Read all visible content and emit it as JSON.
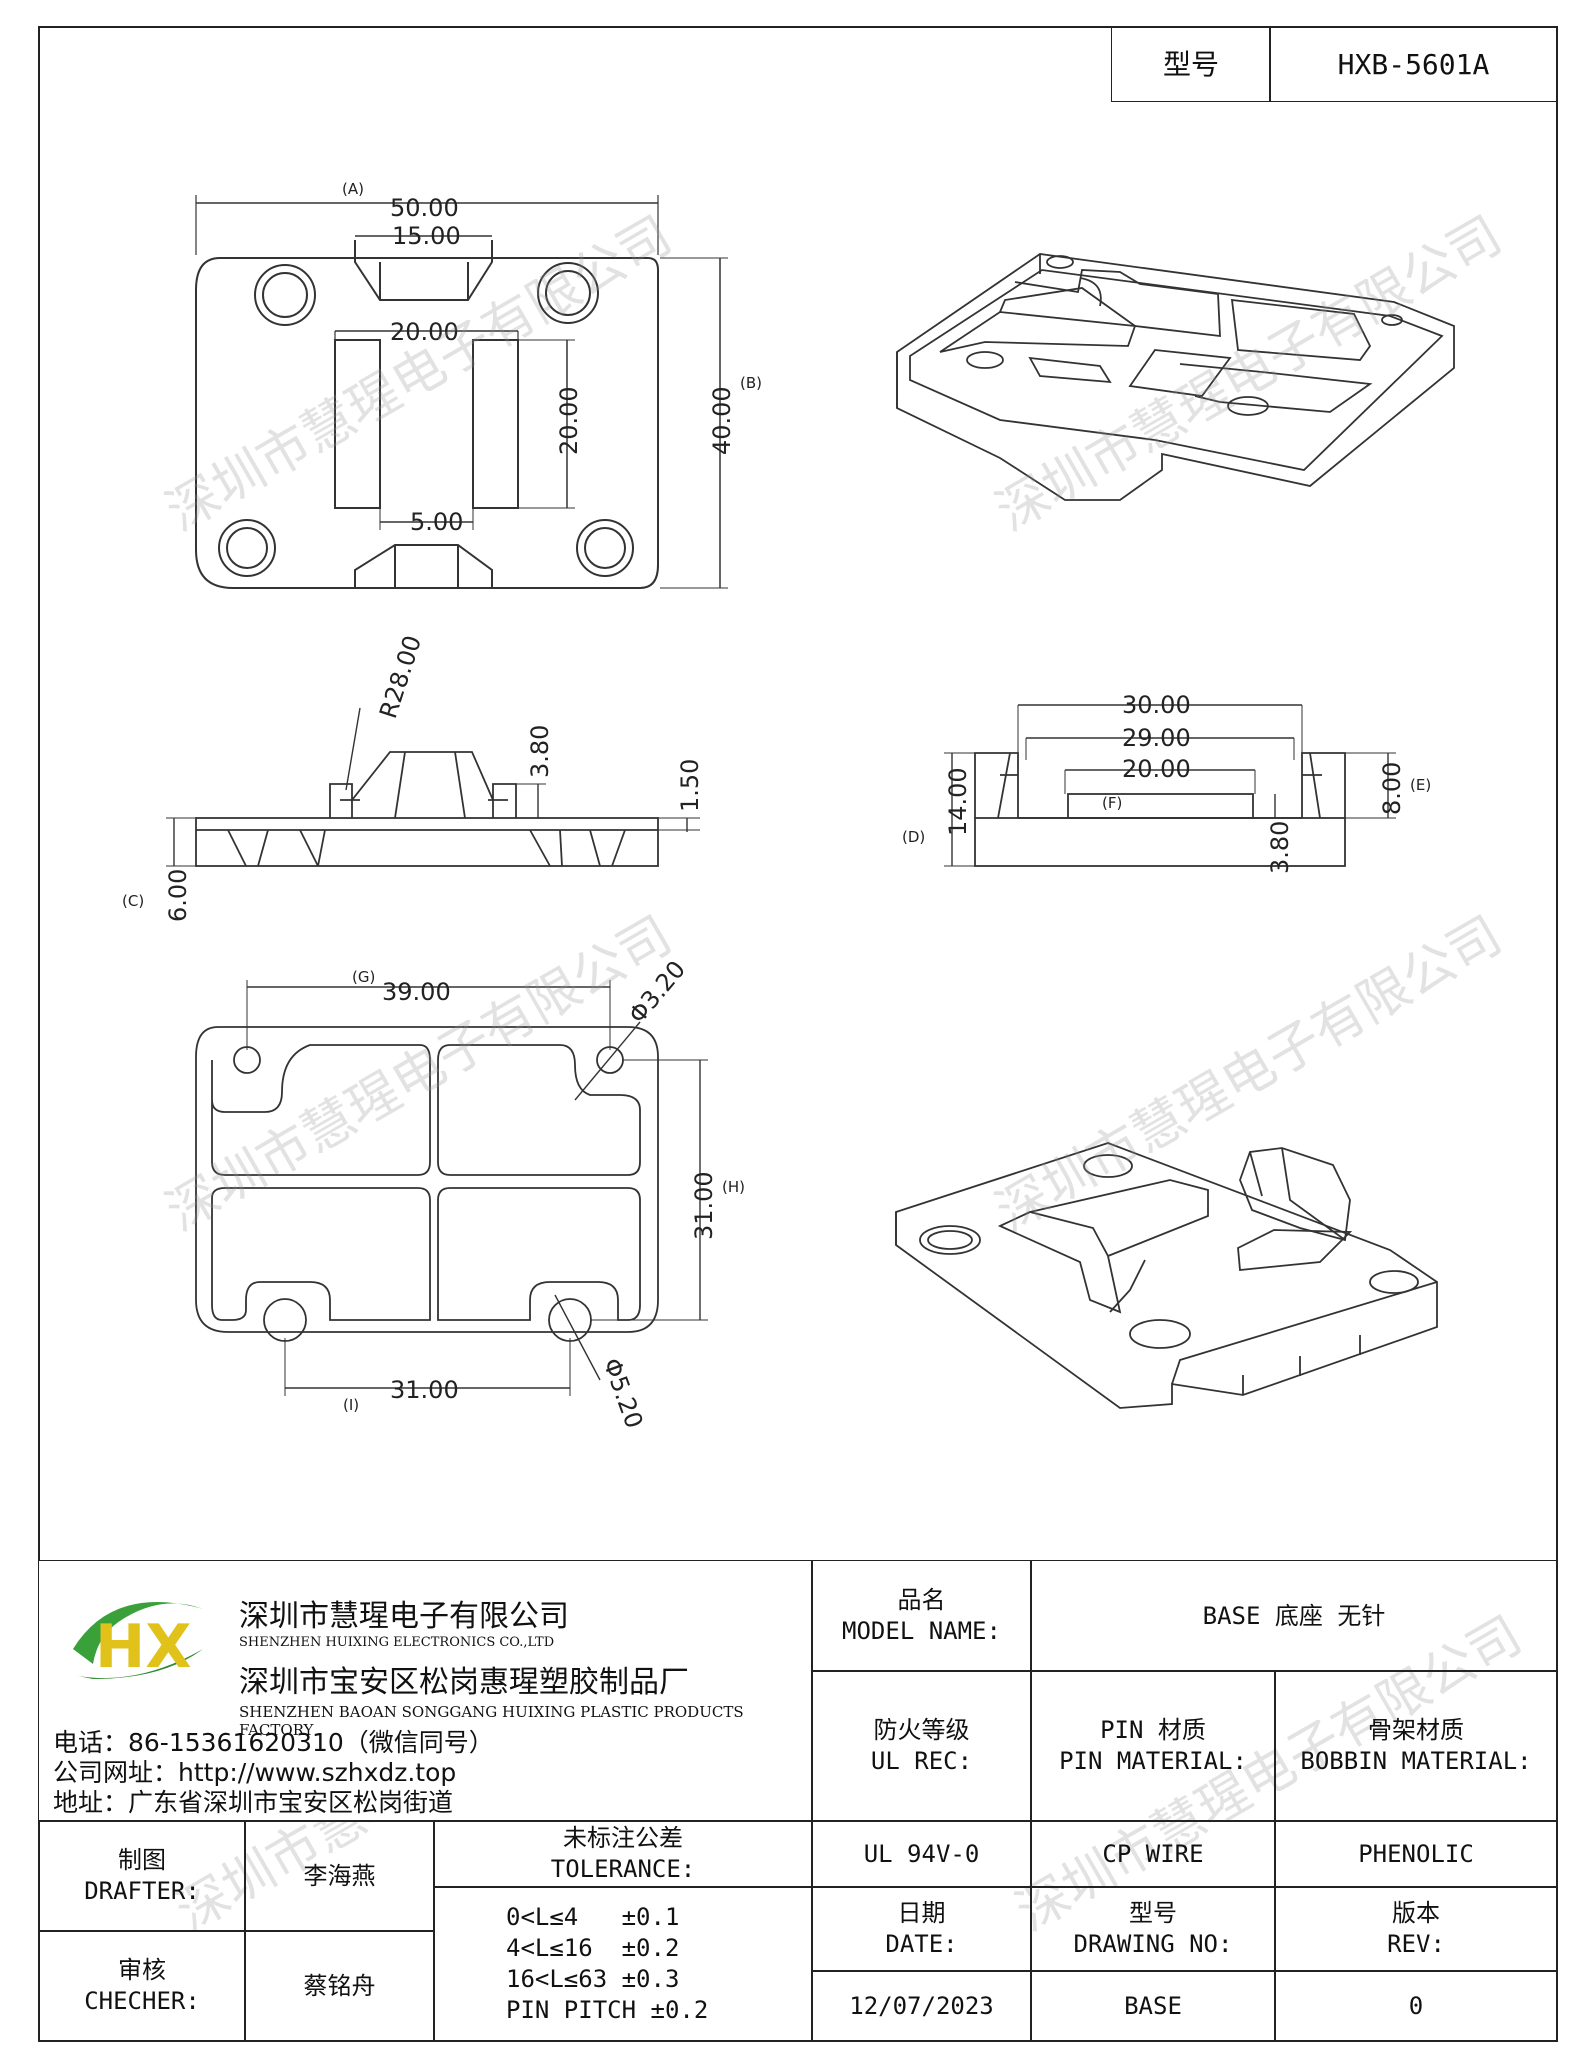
{
  "header": {
    "model_label": "型号",
    "model_value": "HXB-5601A"
  },
  "drawings": {
    "top_view": {
      "ref_a": "(A)",
      "ref_b": "(B)",
      "w_total": "50.00",
      "w_slot": "15.00",
      "w_pins": "20.00",
      "h_slot": "20.00",
      "h_total": "40.00",
      "w_gap": "5.00"
    },
    "side_view": {
      "radius": "R28.00",
      "h_rib": "3.80",
      "h_step": "1.50",
      "h_base": "6.00",
      "ref_c": "(C)"
    },
    "end_view": {
      "w1": "30.00",
      "w2": "29.00",
      "w3": "20.00",
      "ref_f": "(F)",
      "ref_d": "(D)",
      "h_total": "14.00",
      "h_wall": "8.00",
      "ref_e": "(E)",
      "h_inner": "3.80"
    },
    "bottom_view": {
      "ref_g": "(G)",
      "w_holes": "39.00",
      "d_small": "Φ3.20",
      "h_holes": "31.00",
      "ref_h": "(H)",
      "w_big": "31.00",
      "ref_i": "(I)",
      "d_big": "Φ5.20"
    }
  },
  "watermark": "深圳市慧瑆电子有限公司",
  "company": {
    "logo_text": "HX",
    "name_cn": "深圳市慧瑆电子有限公司",
    "name_en": "SHENZHEN HUIXING ELECTRONICS CO.,LTD",
    "factory_cn": "深圳市宝安区松岗惠瑆塑胶制品厂",
    "factory_en": "SHENZHEN BAOAN SONGGANG HUIXING PLASTIC PRODUCTS FACTORY",
    "phone": "电话：86-15361620310（微信同号）",
    "website": "公司网址：http://www.szhxdz.top",
    "address": "地址：广东省深圳市宝安区松岗街道"
  },
  "title_block": {
    "model_name_cn": "品名",
    "model_name_en": "MODEL NAME:",
    "model_name_value": "BASE 底座 无针",
    "ul_rec_cn": "防火等级",
    "ul_rec_en": "UL REC:",
    "pin_material_cn": "PIN 材质",
    "pin_material_en": "PIN MATERIAL:",
    "bobbin_material_cn": "骨架材质",
    "bobbin_material_en": "BOBBIN MATERIAL:",
    "ul_value": "UL 94V-0",
    "pin_value": "CP WIRE",
    "bobbin_value": "PHENOLIC",
    "drafter_cn": "制图",
    "drafter_en": "DRAFTER:",
    "drafter_name": "李海燕",
    "tolerance_cn": "未标注公差",
    "tolerance_en": "TOLERANCE:",
    "tolerance_lines": [
      "0<L≤4   ±0.1",
      "4<L≤16  ±0.2",
      "16<L≤63 ±0.3",
      "PIN PITCH ±0.2"
    ],
    "date_cn": "日期",
    "date_en": "DATE:",
    "drawing_no_cn": "型号",
    "drawing_no_en": "DRAWING NO:",
    "rev_cn": "版本",
    "rev_en": "REV:",
    "checker_cn": "审核",
    "checker_en": "CHECHER:",
    "checker_name": "蔡铭舟",
    "date_value": "12/07/2023",
    "drawing_no_value": "BASE",
    "rev_value": "0"
  }
}
